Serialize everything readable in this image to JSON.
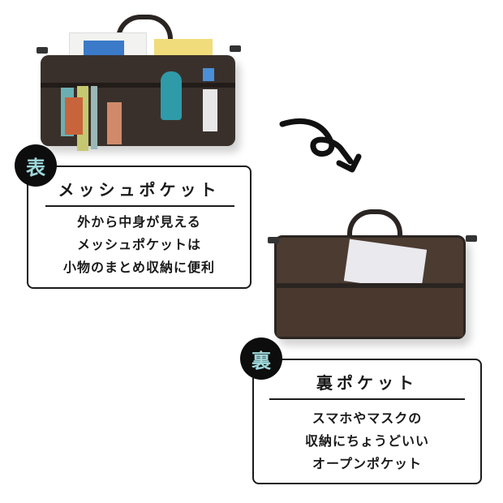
{
  "front": {
    "badge": "表",
    "title": "メッシュポケット",
    "lines": [
      "外から中身が見える",
      "メッシュポケットは",
      "小物のまとめ収納に便利"
    ],
    "image_alt": "mesh pocket side of bag organizer filled with items"
  },
  "back": {
    "badge": "裏",
    "title": "裏ポケット",
    "lines": [
      "スマホやマスクの",
      "収納にちょうどいい",
      "オープンポケット"
    ],
    "image_alt": "back side of bag organizer with open pocket"
  },
  "colors": {
    "badge_bg": "#0d0d0d",
    "badge_text": "#9fd8da",
    "bag_brown": "#4a3a30",
    "border": "#1b1b1b"
  }
}
